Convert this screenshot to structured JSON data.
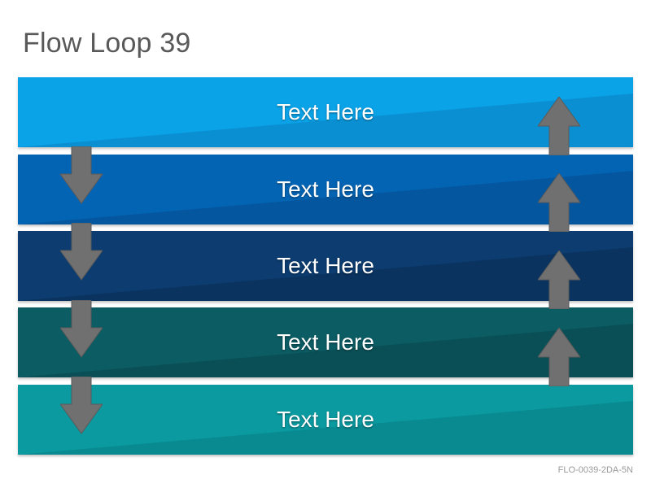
{
  "title": "Flow Loop 39",
  "code": "FLO-0039-2DA-5N",
  "bars": [
    {
      "label": "Text Here",
      "color": "#0AA3E8",
      "dark": "#0A90D2"
    },
    {
      "label": "Text Here",
      "color": "#0464B4",
      "dark": "#04579F"
    },
    {
      "label": "Text Here",
      "color": "#0C3C70",
      "dark": "#0A335F"
    },
    {
      "label": "Text Here",
      "color": "#0C5C64",
      "dark": "#0A4F56"
    },
    {
      "label": "Text Here",
      "color": "#0A9AA0",
      "dark": "#088A90"
    }
  ],
  "arrow_color": "#707070",
  "arrows_down_count": 4,
  "arrows_up_count": 4
}
